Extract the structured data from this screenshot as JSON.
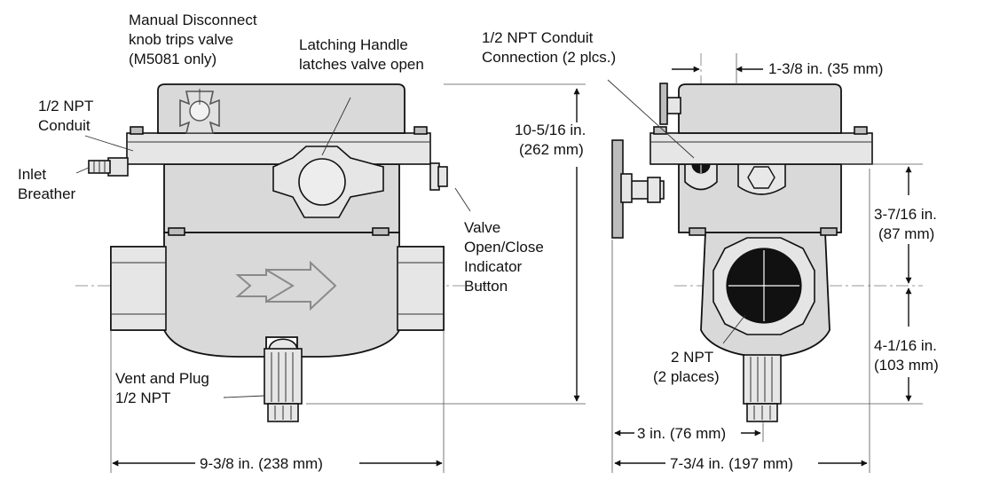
{
  "labels": {
    "manual_disconnect": [
      "Manual Disconnect",
      "knob trips valve",
      "(M5081 only)"
    ],
    "latching_handle": [
      "Latching Handle",
      "latches valve open"
    ],
    "npt_conduit_left": [
      "1/2 NPT",
      "Conduit"
    ],
    "inlet_breather": [
      "Inlet",
      "Breather"
    ],
    "valve_indicator": [
      "Valve",
      "Open/Close",
      "Indicator",
      "Button"
    ],
    "vent_plug": [
      "Vent and Plug",
      "1/2 NPT"
    ],
    "conduit_connection": [
      "1/2 NPT Conduit",
      "Connection (2 plcs.)"
    ],
    "npt_places": [
      "2  NPT",
      "(2 places)"
    ]
  },
  "dimensions": {
    "width_front": "9-3/8 in. (238 mm)",
    "height_total": [
      "10-5/16 in.",
      "(262 mm)"
    ],
    "conduit_offset": "1-3/8 in. (35 mm)",
    "upper_height": [
      "3-7/16 in.",
      "(87 mm)"
    ],
    "lower_height": [
      "4-1/16 in.",
      "(103 mm)"
    ],
    "center_offset": "3 in. (76 mm)",
    "width_side": "7-3/4 in. (197 mm)"
  }
}
